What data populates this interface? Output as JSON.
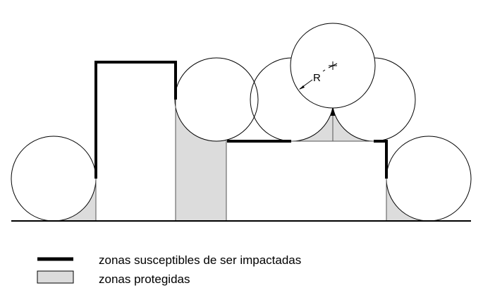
{
  "diagram": {
    "radius_label": "R",
    "colors": {
      "protected_fill": "#dcdcdc",
      "line": "#000000",
      "background": "#ffffff"
    }
  },
  "legend": {
    "items": [
      {
        "symbol": "thick-black-line",
        "label": "zonas susceptibles de ser impactadas"
      },
      {
        "symbol": "gray-box",
        "label": "zonas protegidas"
      }
    ]
  }
}
